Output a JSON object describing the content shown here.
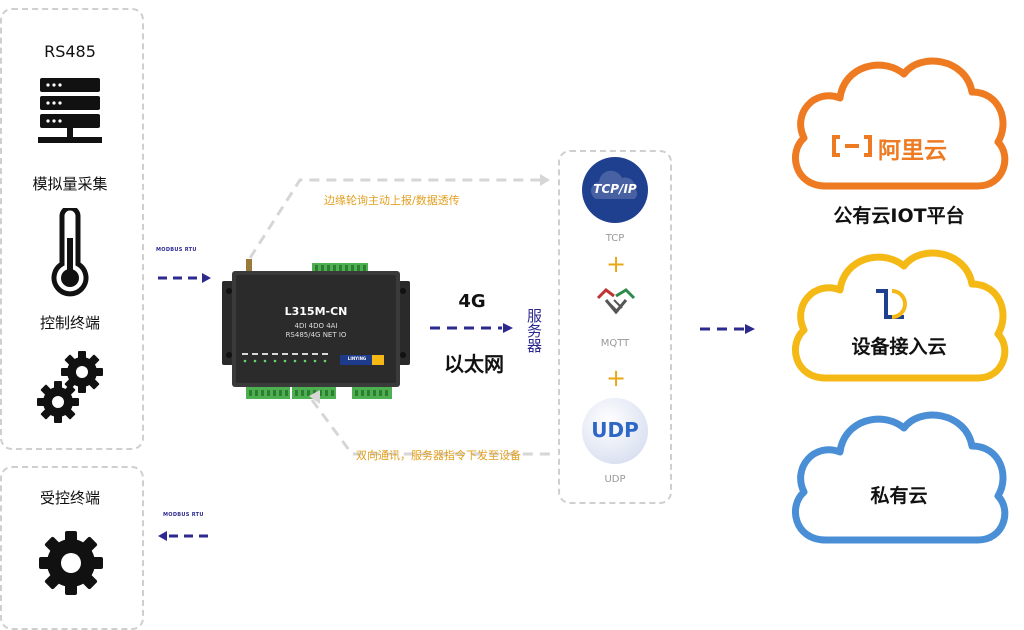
{
  "left_panel": {
    "rs485_label": "RS485",
    "analog_label": "模拟量采集",
    "control_label": "控制终端"
  },
  "left_panel2": {
    "controlled_label": "受控终端"
  },
  "protocol_labels": {
    "top": "MODBUS RTU",
    "bottom": "MODBUS RTU"
  },
  "device": {
    "model": "L315M-CN",
    "spec1": "4DI 4DO 4AI",
    "spec2": "RS485/4G NET IO",
    "brand": "LINYING"
  },
  "links": {
    "top_note": "边缘轮询主动上报/数据透传",
    "bottom_note": "双向通讯，服务器指令下发至设备",
    "net1": "4G",
    "net2": "以太网",
    "server": "服务器"
  },
  "protocols": {
    "tcp_icon": "TCP/IP",
    "tcp_label": "TCP",
    "mqtt_label": "MQTT",
    "udp_icon": "UDP",
    "udp_label": "UDP",
    "plus": "+"
  },
  "clouds": {
    "aliyun_logo": "阿里云",
    "public_label": "公有云IOT平台",
    "device_cloud_label": "设备接入云",
    "private_label": "私有云"
  },
  "colors": {
    "arrow": "#2d2a8f",
    "orange_cloud": "#ee7a22",
    "yellow_cloud": "#f4b915",
    "blue_cloud": "#4a8fd6",
    "accent_text": "#e2a020"
  }
}
